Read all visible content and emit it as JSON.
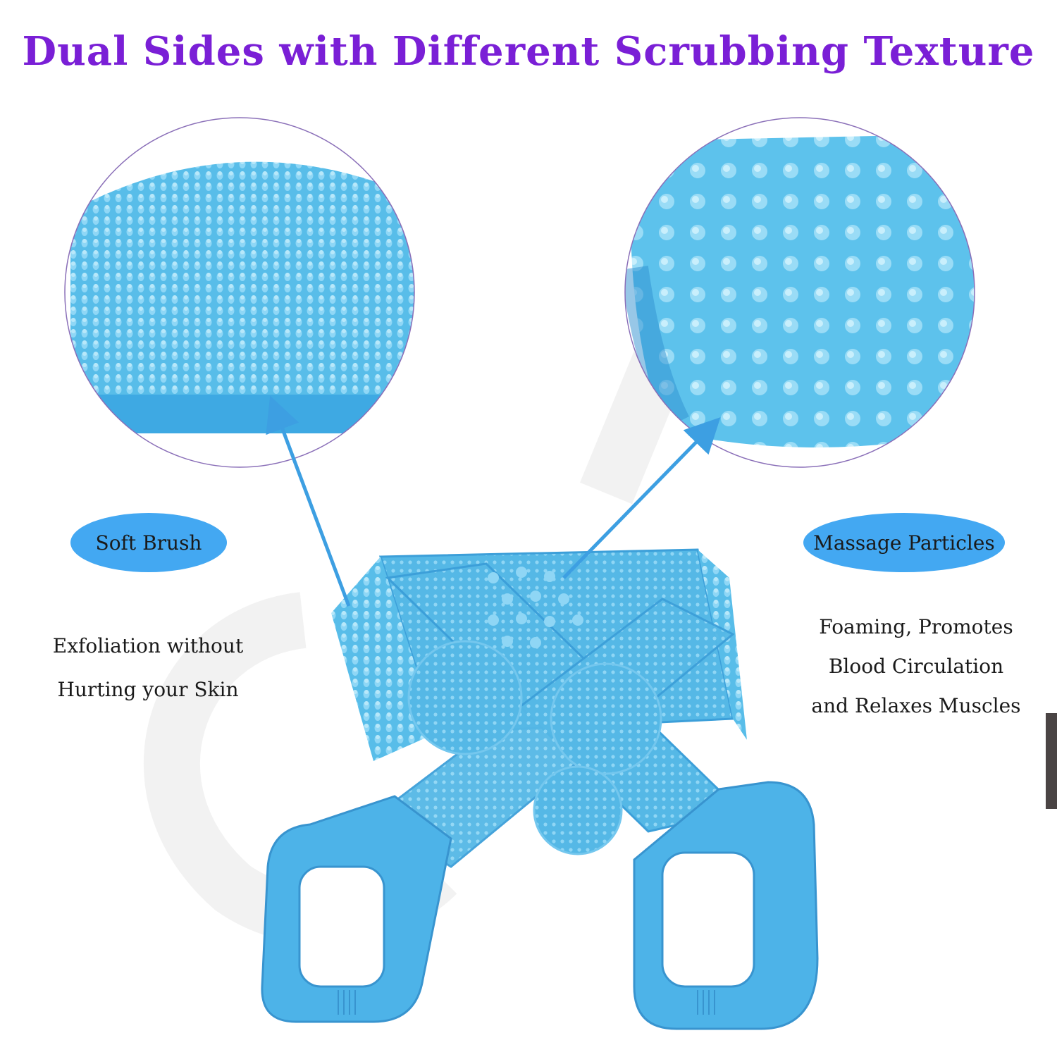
{
  "headline": "Dual Sides with Different Scrubbing Texture",
  "left_feature": {
    "label": "Soft Brush",
    "caption_lines": [
      "Exfoliation without",
      "Hurting your Skin"
    ]
  },
  "right_feature": {
    "label": "Massage Particles",
    "caption_lines": [
      "Foaming, Promotes",
      "Blood Circulation",
      "and Relaxes Muscles"
    ]
  },
  "colors": {
    "headline": "#7a1fd6",
    "pill": "#43a8f2",
    "silicone": "#4db3e8",
    "silicone_light": "#8fd6f5",
    "arrow": "#3d9fe2",
    "lens_ring": "#8a6fb8"
  }
}
